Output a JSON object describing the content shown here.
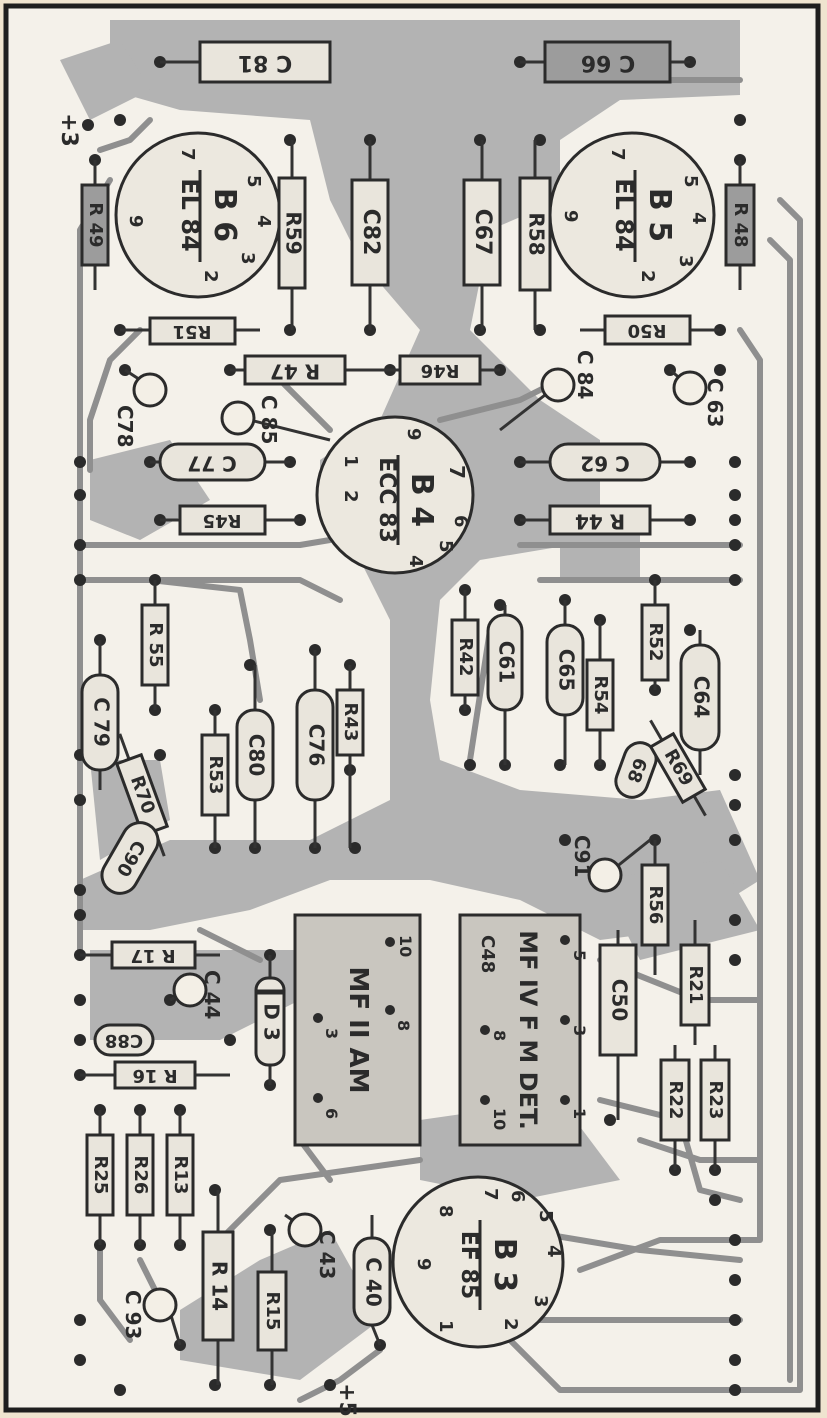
{
  "terminals": {
    "top": "+3",
    "bottom": "+5"
  },
  "tubes": [
    {
      "ref": "B 6",
      "type": "EL 84",
      "pins": [
        "7",
        "5",
        "4",
        "3",
        "2",
        "9"
      ]
    },
    {
      "ref": "B 5",
      "type": "EL 84",
      "pins": [
        "7",
        "5",
        "4",
        "3",
        "2",
        "9"
      ]
    },
    {
      "ref": "B 4",
      "type": "ECC 83",
      "pins": [
        "9",
        "1",
        "2",
        "7",
        "6",
        "5",
        "4"
      ]
    },
    {
      "ref": "B 3",
      "type": "EF 85",
      "pins": [
        "7",
        "6",
        "5",
        "4",
        "3",
        "2",
        "1",
        "8",
        "9"
      ]
    }
  ],
  "modules": [
    {
      "ref": "MF II AM",
      "pins": [
        "10",
        "8",
        "3",
        "6"
      ]
    },
    {
      "ref": "MF IV F M DET.",
      "sub": "C48",
      "pins": [
        "5",
        "3",
        "8",
        "1",
        "10"
      ]
    }
  ],
  "components": {
    "C81": "C 81",
    "C66": "C 66",
    "R49": "R 49",
    "R59": "R59",
    "C82": "C82",
    "C67": "C67",
    "R58": "R58",
    "R48": "R 48",
    "R51": "R51",
    "R50": "R50",
    "R47": "R 47",
    "R46": "R46",
    "C78": "C78",
    "C84": "C 84",
    "C63": "C 63",
    "C85": "C 85",
    "C77": "C 77",
    "C62": "C 62",
    "R45": "R45",
    "R44": "R 44",
    "R55": "R 55",
    "R42": "R42",
    "C61": "C61",
    "C65": "C65",
    "R52": "R52",
    "R54": "R54",
    "C64": "C64",
    "C79": "C 79",
    "R53": "R53",
    "C80": "C80",
    "C76": "C76",
    "R43": "R43",
    "R70": "R70",
    "C90": "C90",
    "C68": "68",
    "R69": "R69",
    "C91": "C91",
    "R56": "R56",
    "R17": "R 17",
    "C44": "C 44",
    "D3": "D 3",
    "C50": "C50",
    "R21": "R21",
    "C88": "C88",
    "R16": "R 16",
    "R22": "R22",
    "R23": "R23",
    "R25": "R25",
    "R26": "R26",
    "R13": "R13",
    "R14": "R 14",
    "R15": "R15",
    "C43": "C 43",
    "C40": "C 40",
    "C93": "C 93"
  }
}
